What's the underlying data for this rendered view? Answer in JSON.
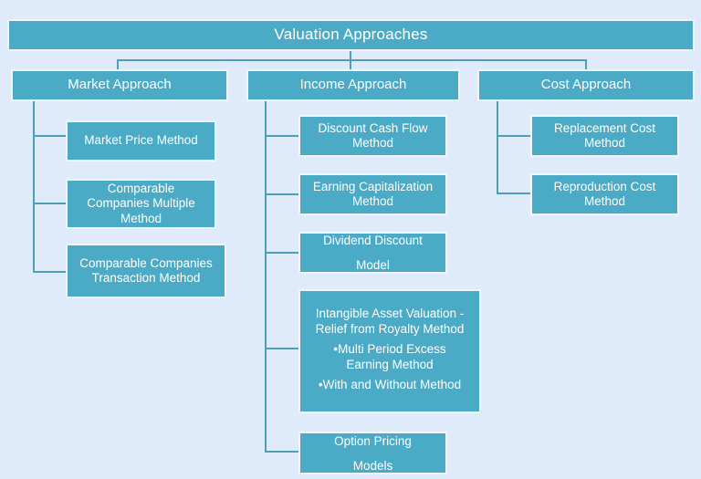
{
  "colors": {
    "background": "#dfeafb",
    "box_fill": "#4babc6",
    "box_border": "#f0f6fd",
    "connector": "#4f9fbb",
    "text": "#ffffff"
  },
  "diagram": {
    "title": "Valuation Approaches",
    "branches": {
      "market": {
        "label": "Market Approach",
        "children": {
          "market_price": {
            "lines": [
              "Market Price Method"
            ]
          },
          "comparable_multiple": {
            "lines": [
              "Comparable",
              "Companies Multiple",
              "Method"
            ]
          },
          "comparable_transaction": {
            "lines": [
              "Comparable Companies",
              "Transaction Method"
            ]
          }
        }
      },
      "income": {
        "label": "Income Approach",
        "children": {
          "discount_cash_flow": {
            "lines": [
              "Discount Cash Flow",
              "Method"
            ]
          },
          "earning_capitalization": {
            "lines": [
              "Earning Capitalization",
              "Method"
            ]
          },
          "dividend_discount": {
            "lines": [
              "Dividend Discount",
              "Model"
            ]
          },
          "intangible_asset": {
            "groups": [
              [
                "Intangible Asset Valuation -",
                "Relief from Royalty Method"
              ],
              [
                "•Multi Period Excess",
                "Earning Method"
              ],
              [
                "•With and Without Method"
              ]
            ]
          },
          "option_pricing": {
            "lines": [
              "Option Pricing",
              "Models"
            ]
          }
        }
      },
      "cost": {
        "label": "Cost Approach",
        "children": {
          "replacement_cost": {
            "lines": [
              "Replacement Cost",
              "Method"
            ]
          },
          "reproduction_cost": {
            "lines": [
              "Reproduction Cost",
              "Method"
            ]
          }
        }
      }
    }
  }
}
